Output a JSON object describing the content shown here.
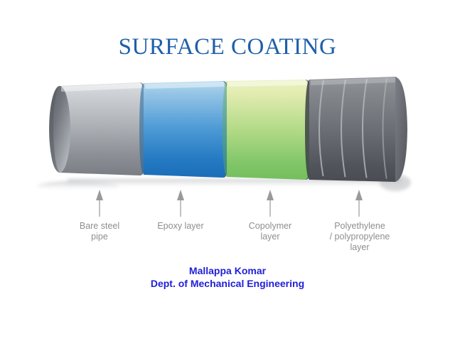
{
  "slide": {
    "title": "SURFACE COATING",
    "title_color": "#1f5fa9",
    "background_color": "#ffffff"
  },
  "diagram": {
    "name": "pipe-coating-layers",
    "description": "Cut-away cylindrical pipe showing four successive coating layers",
    "layers": [
      {
        "id": "bare-steel-pipe",
        "label": "Bare steel\npipe",
        "color_top": "#dcdee1",
        "color_bottom": "#7f8389",
        "edge_color": "#5f6369"
      },
      {
        "id": "epoxy-layer",
        "label": "Epoxy layer",
        "color_top": "#a8cfe9",
        "color_bottom": "#1f7ac4",
        "edge_color": "#5f6369"
      },
      {
        "id": "copolymer-layer",
        "label": "Copolymer\nlayer",
        "color_top": "#e6eeb3",
        "color_bottom": "#74c05f",
        "edge_color": "#5f6369"
      },
      {
        "id": "polyethylene-polypropylene-layer",
        "label": "Polyethylene\n/ polypropylene\nlayer",
        "color_top": "#8a8d92",
        "color_bottom": "#4e5258",
        "edge_color": "#3d4146"
      }
    ],
    "label_color": "#8e8e8e",
    "arrow_color": "#9a9a9a"
  },
  "author": {
    "name": "Mallappa Komar",
    "department": "Dept. of Mechanical Engineering",
    "color": "#2020d8"
  }
}
